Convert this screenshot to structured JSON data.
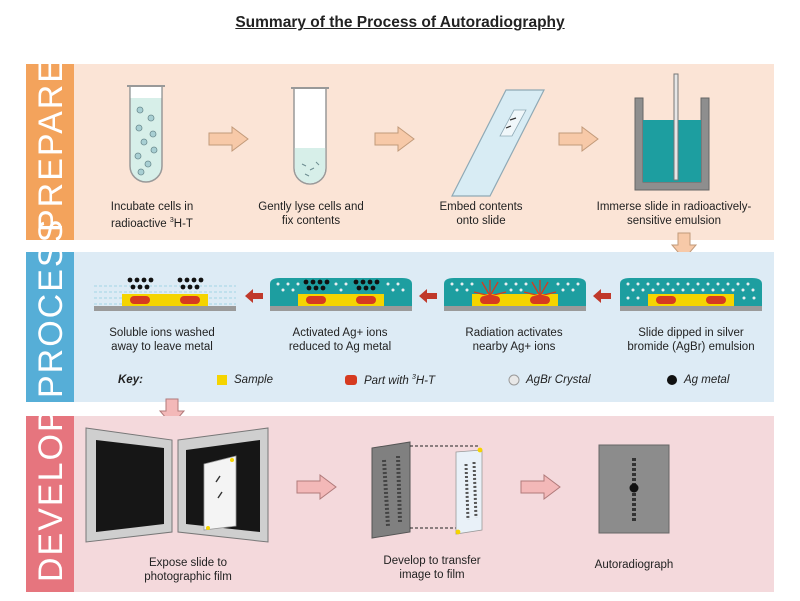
{
  "title": "Summary of the Process of Autoradiography",
  "sections": {
    "prepare": {
      "label": "PREPARE",
      "steps": [
        {
          "line1": "Incubate cells in",
          "line2a": "radioactive ",
          "sup": "3",
          "line2b": "H-T"
        },
        {
          "line1": "Gently lyse cells and",
          "line2": "fix contents"
        },
        {
          "line1": "Embed contents",
          "line2": "onto slide"
        },
        {
          "line1": "Immerse slide in radioactively-",
          "line2": "sensitive emulsion"
        }
      ]
    },
    "process": {
      "label": "PROCESS",
      "steps": [
        {
          "line1": "Soluble ions washed",
          "line2": "away to leave metal"
        },
        {
          "line1": "Activated Ag+ ions",
          "line2": "reduced to Ag metal"
        },
        {
          "line1": "Radiation activates",
          "line2": "nearby Ag+ ions"
        },
        {
          "line1": "Slide dipped in silver",
          "line2": "bromide (AgBr) emulsion"
        }
      ],
      "key": {
        "title": "Key:",
        "sample": "Sample",
        "part_prefix": "Part with ",
        "part_sup": "3",
        "part_suffix": "H-T",
        "crystal": "AgBr Crystal",
        "metal": "Ag metal"
      }
    },
    "develop": {
      "label": "DEVELOP",
      "steps": [
        {
          "line1": "Expose slide to",
          "line2": "photographic film"
        },
        {
          "line1": "Develop to transfer",
          "line2": "image to film"
        },
        {
          "line1": "Autoradiograph"
        }
      ]
    }
  },
  "colors": {
    "prepare_bg": "#fbe4d6",
    "prepare_tab": "#f3a35c",
    "process_bg": "#ddebf5",
    "process_tab": "#56aed7",
    "develop_bg": "#f4d9dc",
    "develop_tab": "#e6757e",
    "arrow_peach": "#f7c9a8",
    "arrow_red": "#c0392b",
    "emulsion": "#1d9ea0",
    "sample": "#f5d400",
    "part": "#d63a20"
  }
}
